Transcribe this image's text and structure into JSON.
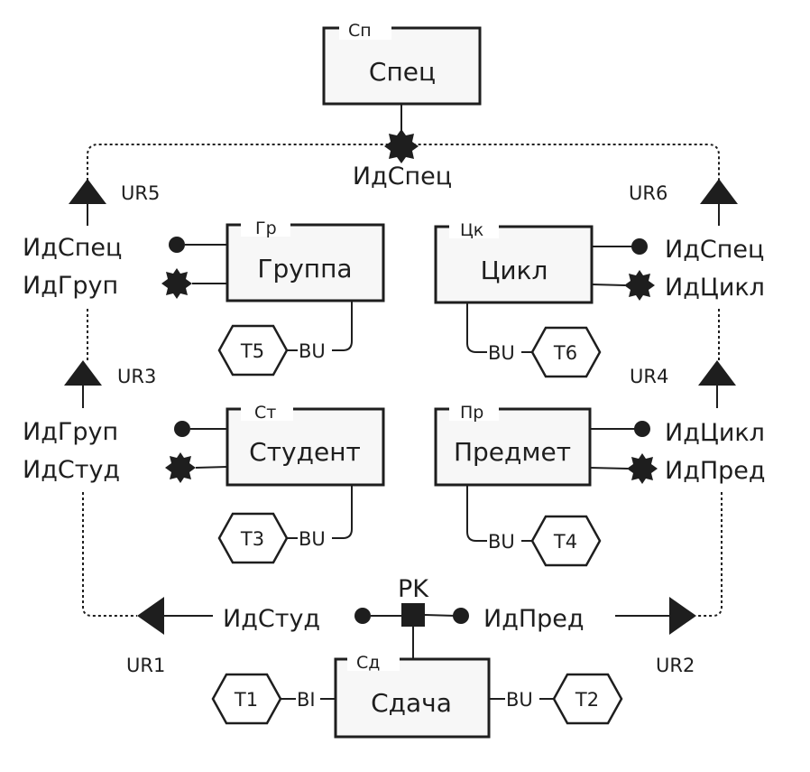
{
  "entities": {
    "spec": {
      "name": "Спец",
      "alias": "Сп"
    },
    "gruppa": {
      "name": "Группа",
      "alias": "Гр"
    },
    "cikl": {
      "name": "Цикл",
      "alias": "Цк"
    },
    "student": {
      "name": "Студент",
      "alias": "Ст"
    },
    "predmet": {
      "name": "Предмет",
      "alias": "Пр"
    },
    "sdacha": {
      "name": "Сдача",
      "alias": "Сд"
    }
  },
  "attributes": {
    "spec_key": "ИдСпец",
    "gruppa_fk": "ИдСпец",
    "gruppa_key": "ИдГруп",
    "cikl_fk": "ИдСпец",
    "cikl_key": "ИдЦикл",
    "student_fk": "ИдГруп",
    "student_key": "ИдСтуд",
    "predmet_fk": "ИдЦикл",
    "predmet_key": "ИдПред",
    "sdacha_fk_student": "ИдСтуд",
    "sdacha_fk_predmet": "ИдПред",
    "sdacha_pk": "PK"
  },
  "relationships": [
    "UR1",
    "UR2",
    "UR3",
    "UR4",
    "UR5",
    "UR6"
  ],
  "triggers": {
    "t1": {
      "label": "T1",
      "event": "BI"
    },
    "t2": {
      "label": "T2",
      "event": "BU"
    },
    "t3": {
      "label": "T3",
      "event": "BU"
    },
    "t4": {
      "label": "T4",
      "event": "BU"
    },
    "t5": {
      "label": "T5",
      "event": "BU"
    },
    "t6": {
      "label": "T6",
      "event": "BU"
    }
  },
  "colors": {
    "line": "#1e1e1e",
    "box_fill": "#f7f7f7",
    "background": "#ffffff"
  }
}
